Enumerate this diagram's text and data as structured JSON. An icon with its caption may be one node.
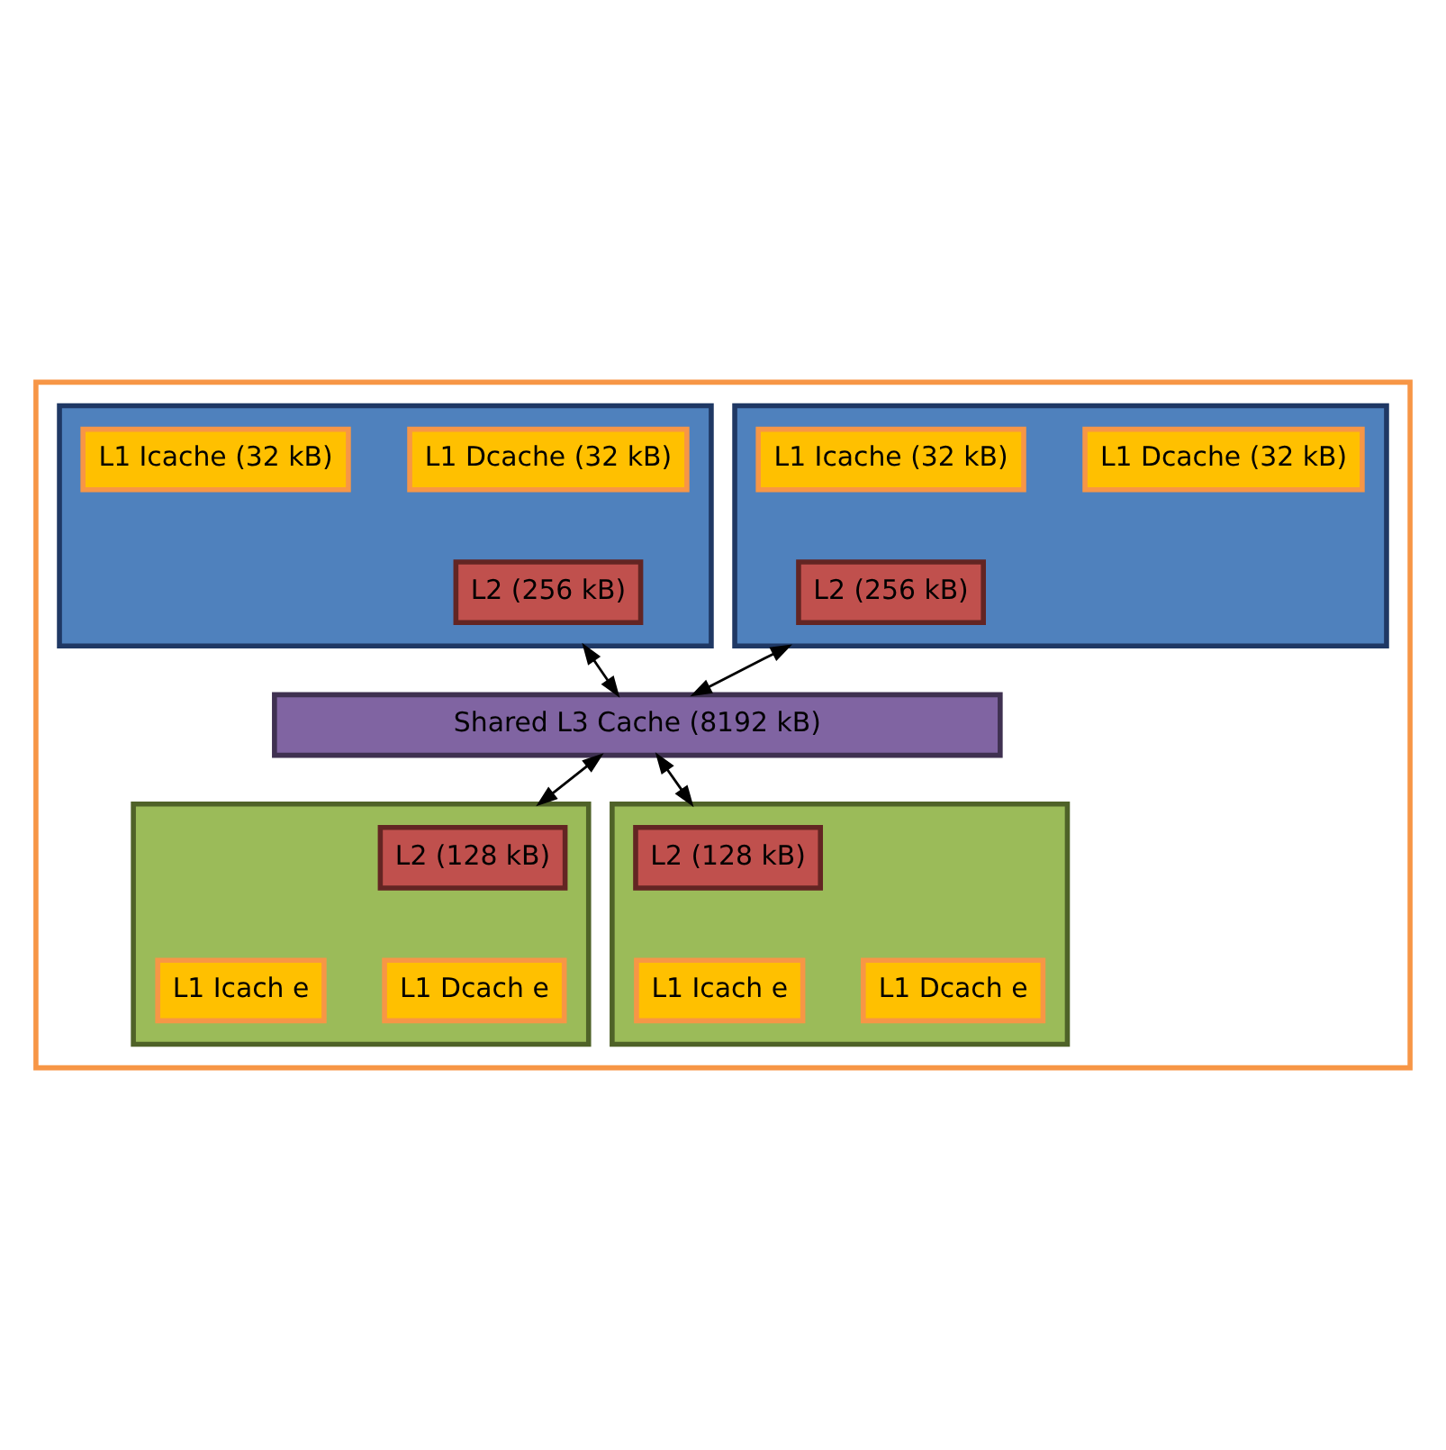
{
  "diagram": {
    "nodes": [
      {
        "text": [],
        "shape": "box"
      },
      {
        "text": [],
        "shape": "box",
        "in": 0
      },
      {
        "text": [
          "L1 Icache (32 kB)"
        ],
        "in": 1
      },
      {
        "text": [
          "L1 Dcache (32 kB)"
        ],
        "in": 1
      },
      {
        "text": [
          "L2 (256 kB)"
        ],
        "in": 1
      },
      {
        "text": [],
        "shape": "box",
        "in": 0
      },
      {
        "text": [
          "L1 Icache (32 kB)"
        ],
        "in": 5
      },
      {
        "text": [
          "L1 Dcache (32 kB)"
        ],
        "in": 5
      },
      {
        "text": [
          "L2 (256 kB)"
        ],
        "in": 5
      },
      {
        "text": [
          "Shared L3 Cache (8192 kB)"
        ],
        "in": 0
      },
      {
        "text": [],
        "shape": "box",
        "in": 0
      },
      {
        "text": [
          "L2 (128 kB)"
        ],
        "in": 10
      },
      {
        "text": [
          "L1 Icach e"
        ],
        "in": 10
      },
      {
        "text": [
          "L1 Dcach e"
        ],
        "in": 10
      },
      {
        "text": [],
        "shape": "box",
        "in": 0
      },
      {
        "text": [
          "L2 (128 kB)"
        ],
        "in": 14
      },
      {
        "text": [
          "L1 Icach e"
        ],
        "in": 14
      },
      {
        "text": [
          "L1 Dcach e"
        ],
        "in": 14
      }
    ],
    "edges": [
      {
        "from": 1,
        "to": 9,
        "arrow": "both"
      },
      {
        "from": 5,
        "to": 9,
        "arrow": "both"
      },
      {
        "from": 9,
        "to": 10,
        "arrow": "both"
      },
      {
        "from": 9,
        "to": 14,
        "arrow": "both"
      }
    ]
  }
}
